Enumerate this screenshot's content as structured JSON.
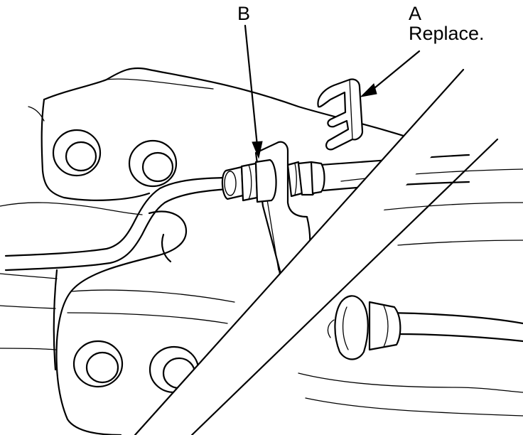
{
  "callouts": {
    "a": {
      "letter": "A",
      "note": "Replace."
    },
    "b": {
      "letter": "B"
    }
  },
  "colors": {
    "line": "#000000",
    "background": "#ffffff"
  }
}
